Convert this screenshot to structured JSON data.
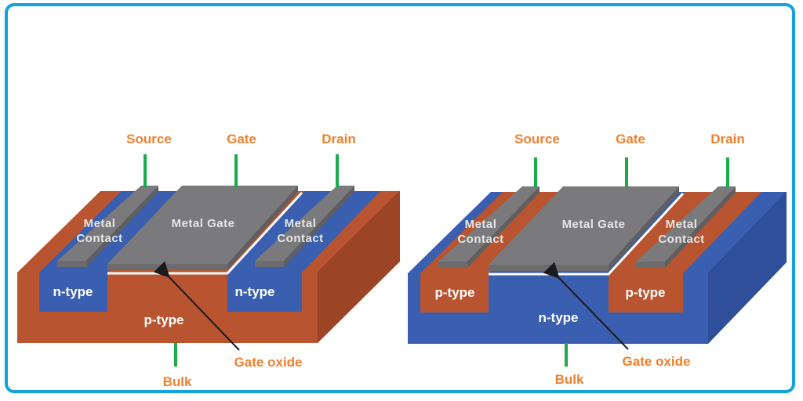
{
  "colors": {
    "frame": "#12a3dc",
    "n_type": "#3a5eb0",
    "n_type_dark": "#2f4f9a",
    "p_type": "#b85530",
    "p_type_dark": "#9c4526",
    "metal_top": "#7a7a7c",
    "metal_side": "#5f5f61",
    "terminal_wire": "#1aab4a",
    "label_orange": "#f07f2c",
    "arrow": "#1a1a1a"
  },
  "devices": [
    {
      "id": "nmos",
      "substrate_type": "p",
      "well_type": "n",
      "terminals": {
        "source": "Source",
        "gate": "Gate",
        "drain": "Drain",
        "bulk": "Bulk"
      },
      "metal_contact_line1": "Metal",
      "metal_contact_line2": "Contact",
      "metal_gate": "Metal Gate",
      "left_region": "n-type",
      "right_region": "n-type",
      "substrate": "p-type",
      "gate_oxide": "Gate oxide"
    },
    {
      "id": "pmos",
      "substrate_type": "n",
      "well_type": "p",
      "terminals": {
        "source": "Source",
        "gate": "Gate",
        "drain": "Drain",
        "bulk": "Bulk"
      },
      "metal_contact_line1": "Metal",
      "metal_contact_line2": "Contact",
      "metal_gate": "Metal Gate",
      "left_region": "p-type",
      "right_region": "p-type",
      "substrate": "n-type",
      "gate_oxide": "Gate oxide"
    }
  ]
}
